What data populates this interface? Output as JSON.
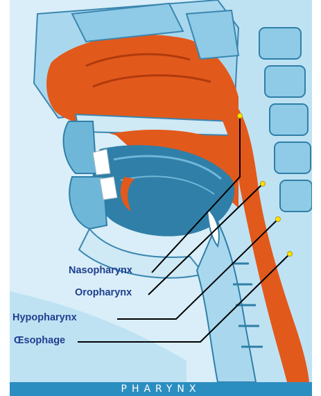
{
  "diagram": {
    "labels": {
      "nasopharynx": "Nasopharynx",
      "oropharynx": "Oropharynx",
      "hypopharynx": "Hypopharynx",
      "oesophage": "Œsophage"
    },
    "caption": "PHARYNX"
  },
  "colors": {
    "background": "#d9eef8",
    "tissue_light": "#a9d8ee",
    "tissue_mid": "#6fb7d9",
    "tissue_dark": "#2f7fa8",
    "pharynx_orange": "#e2591c",
    "label_text": "#1f3f8f",
    "pointer_dot": "#ffe400",
    "caption_bar": "#2b8ec0"
  }
}
